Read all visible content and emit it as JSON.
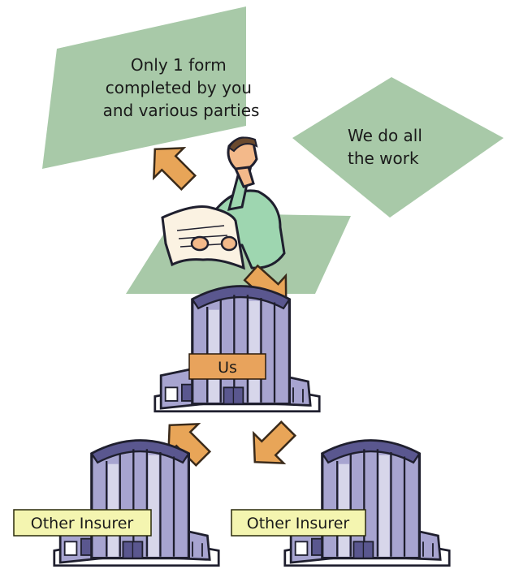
{
  "colors": {
    "panel": "#a8c9a8",
    "arrow": "#e8a558",
    "arrow_stroke": "#3a2a1a",
    "us_label_bg": "#e8a35c",
    "insurer_label_bg": "#f4f5b0",
    "building": "#a7a4d0",
    "building_dark": "#5a578f",
    "outline": "#1f1f2e",
    "skin": "#f3b98a",
    "shirt": "#9ed6b0",
    "paper": "#fbf2e2"
  },
  "icons": [
    "person-reading-document-icon",
    "office-building-icon"
  ],
  "text_panels": {
    "form": [
      "Only 1 form",
      "completed by you",
      "and various parties"
    ],
    "work": [
      "We do all",
      "the work"
    ]
  },
  "buildings": {
    "us_label": "Us",
    "left_label": "Other Insurer",
    "right_label": "Other Insurer"
  }
}
